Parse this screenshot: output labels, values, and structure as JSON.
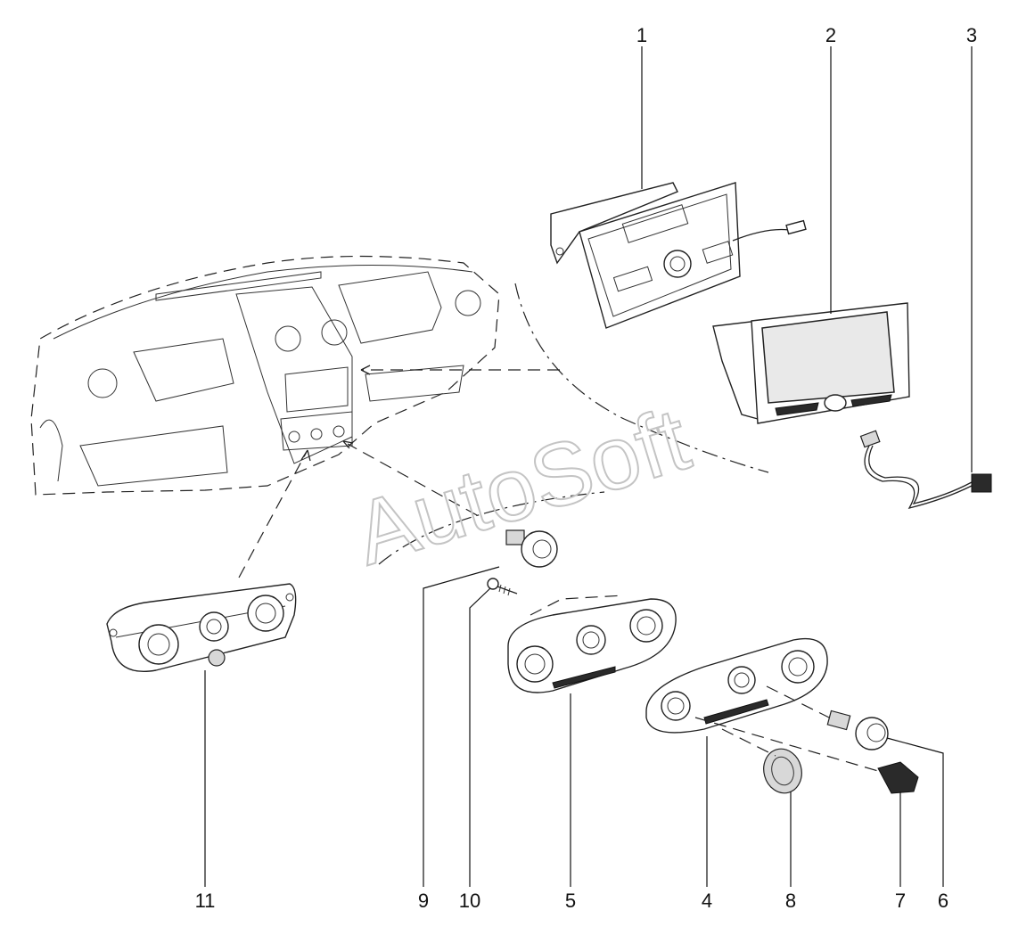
{
  "watermark": "AutoSoft",
  "callouts": [
    "1",
    "2",
    "3",
    "4",
    "5",
    "6",
    "7",
    "8",
    "9",
    "10",
    "11"
  ]
}
